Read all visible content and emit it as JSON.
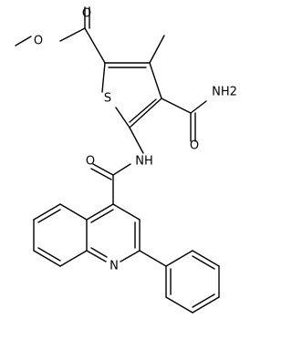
{
  "molecule": {
    "atoms": {
      "ester_carbonyl_o": "O",
      "ester_ether_o": "O",
      "thiophene_s": "S",
      "amide_nh2": "NH2",
      "amide_carbonyl_o": "O",
      "amide_nh": "NH",
      "quinoline_carbonyl_o": "O",
      "quinoline_n": "N"
    }
  }
}
